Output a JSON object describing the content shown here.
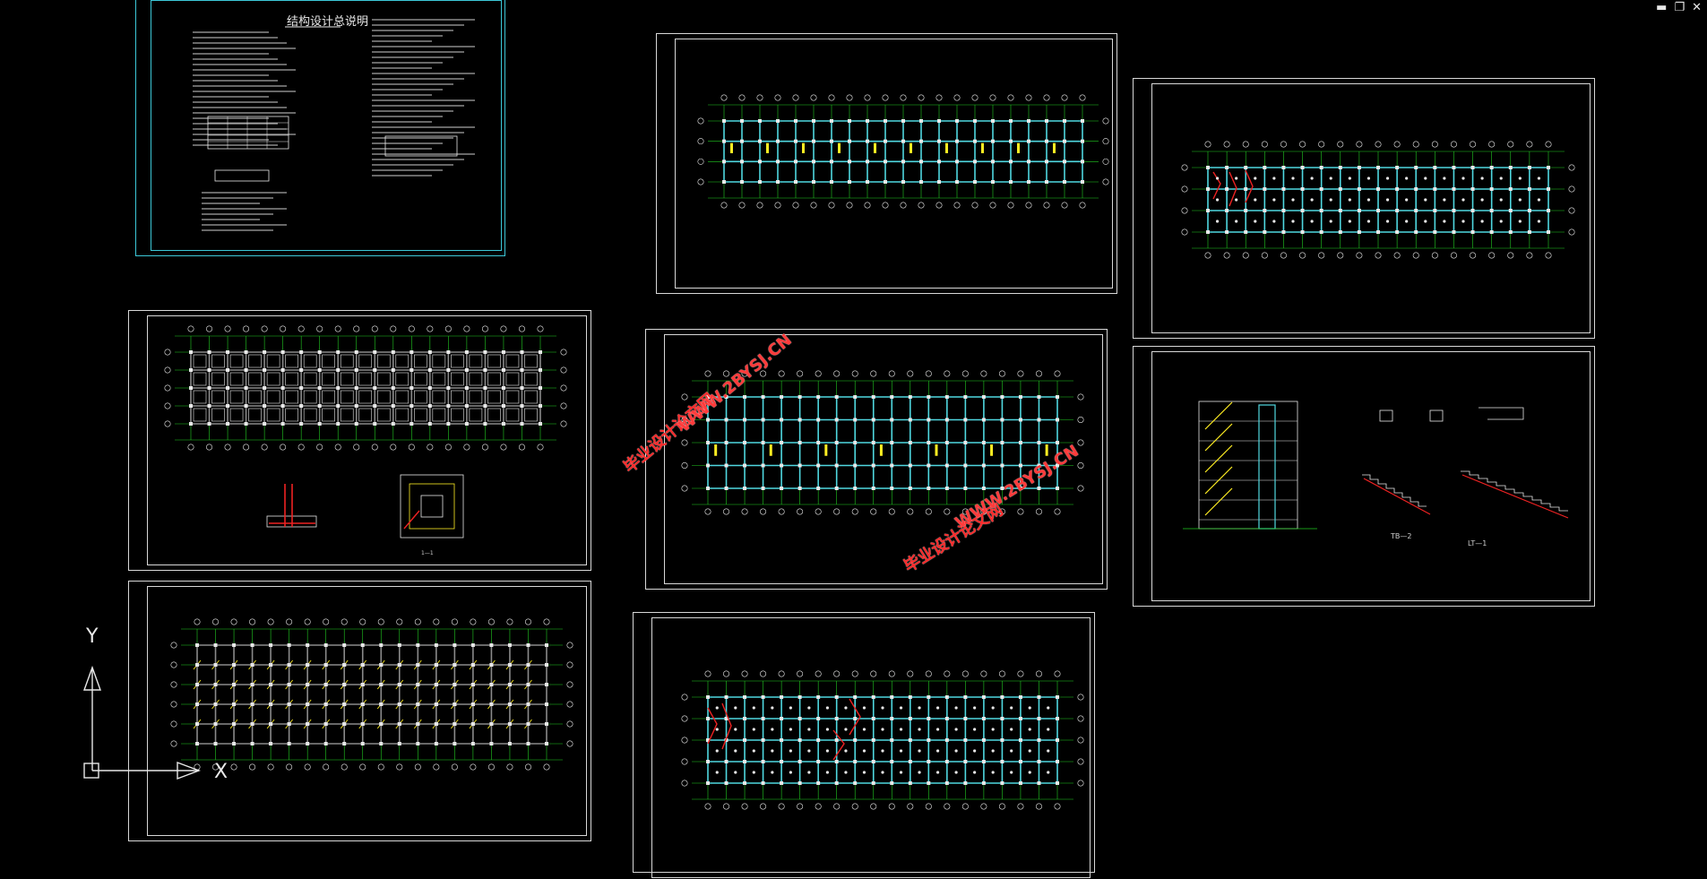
{
  "window_controls": {
    "minimize": "▬",
    "restore": "❐",
    "close": "✕"
  },
  "sheet1": {
    "title": "结构设计总说明"
  },
  "axis": {
    "y": "Y",
    "x": "X"
  },
  "watermarks": [
    {
      "text": "毕业设计论文网",
      "url": "WWW.2BYSJ.CN"
    },
    {
      "text": "毕业设计论文网",
      "url": "WWW.2BYSJ.CN"
    }
  ],
  "captions": {
    "stair_tb2": "TB—2",
    "stair_lt1": "LT—1",
    "jb_1": "1—1"
  },
  "colors": {
    "background": "#000000",
    "frame": "#d8d8d8",
    "grid_green": "#22cc22",
    "beam_cyan": "#4fd8e0",
    "rebar_yellow": "#ffee22",
    "rebar_red": "#ee2222",
    "watermark_red": "#ff2a2a"
  }
}
